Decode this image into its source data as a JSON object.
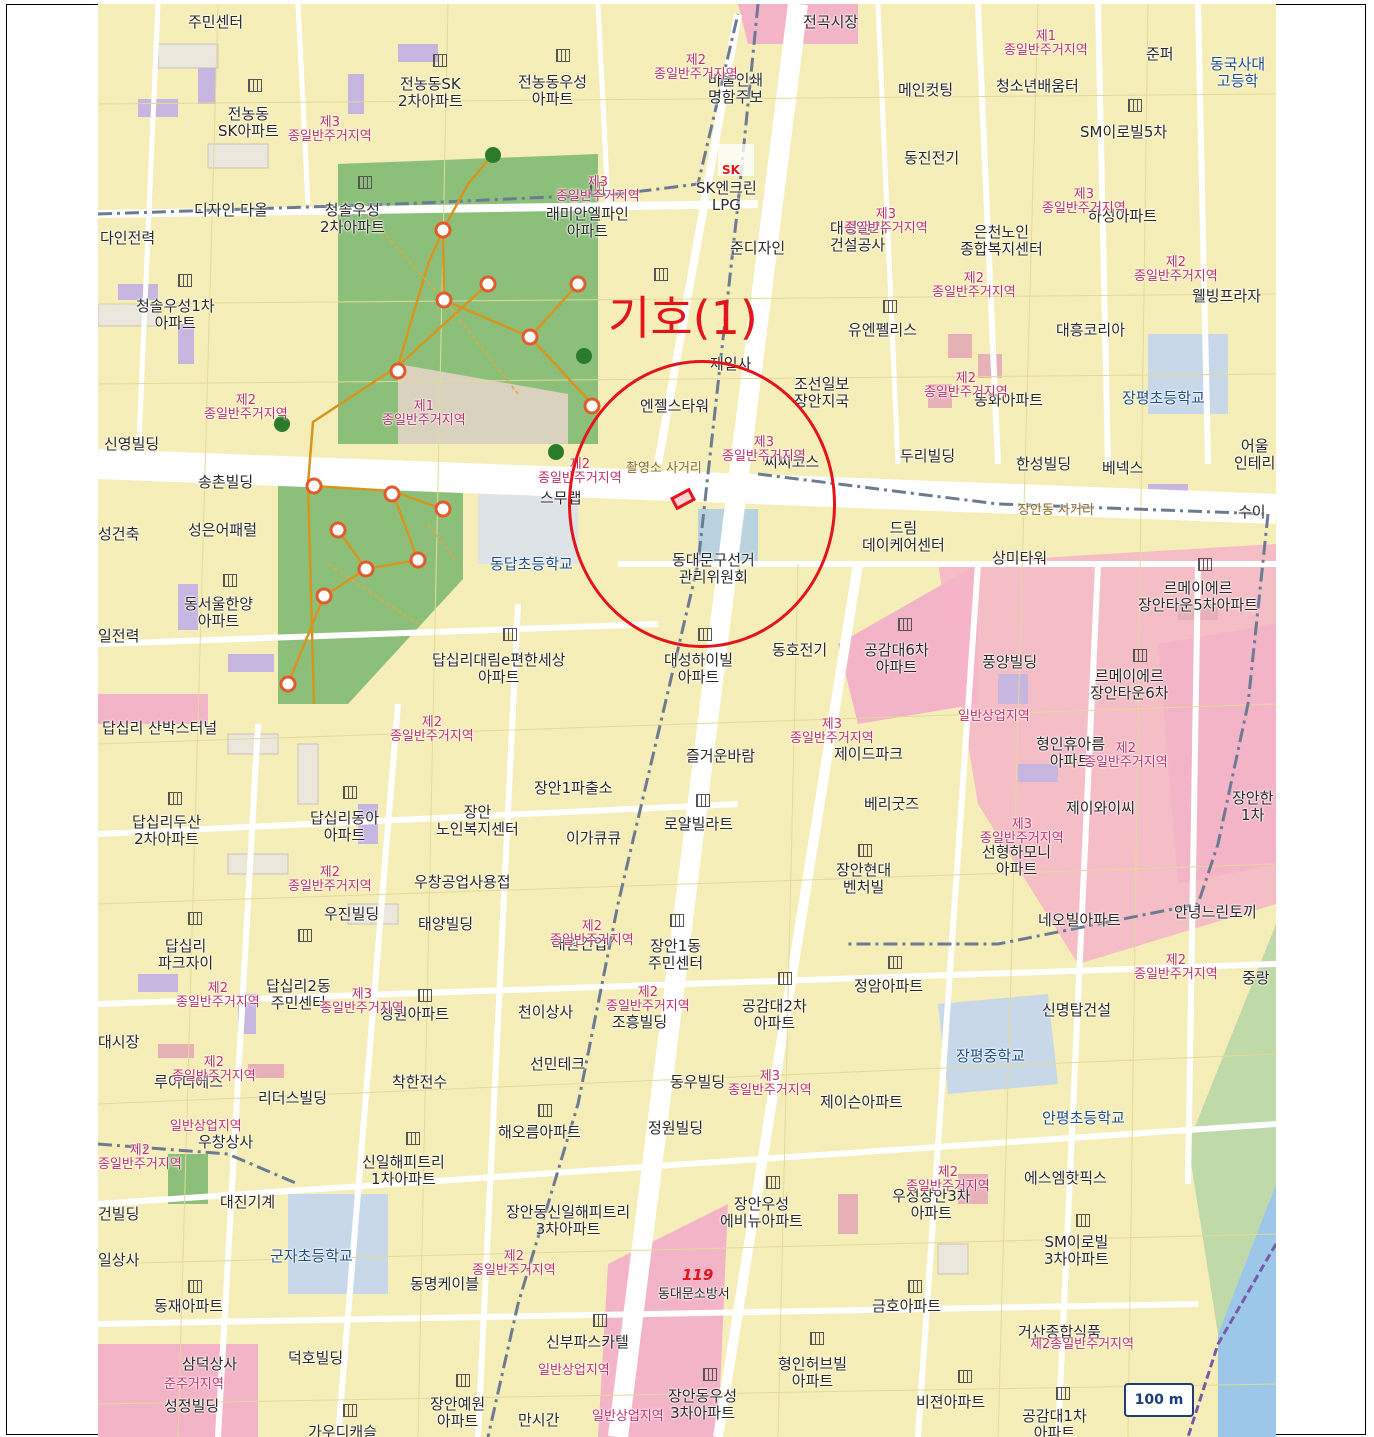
{
  "annotation": {
    "label": "기호(1)"
  },
  "scale_bar": {
    "label": "100 m"
  },
  "colors": {
    "residential_yellow": "#f6eeb8",
    "park_green": "#8cc07a",
    "commercial_pink": "#f4b4c8",
    "road_white": "#ffffff",
    "annotation_red": "#e4141b",
    "zone_label_magenta": "#c0306a"
  },
  "labels": {
    "l1": "주민센터",
    "l2": "전곡시장",
    "l3": "전농동SK\n2차아파트",
    "l4": "전농동우성\n아파트",
    "l5": "바울인쇄\n명함주보",
    "l6": "메인컷팅",
    "l7": "청소년배움터",
    "l8": "준퍼",
    "l9": "동국사대\n고등학",
    "l10": "전농동\nSK아파트",
    "l11": "SM이로빌5차",
    "l12": "동진전기",
    "l13": "SK엔크린\nLPG",
    "l14": "디자인 다올",
    "l15": "청솔우성\n2차아파트",
    "l16": "래미안엘파인\n아파트",
    "l17": "다인전력",
    "l18": "준디자인",
    "l19": "대성전기\n건설공사",
    "l20": "은천노인\n종합복지센터",
    "l21": "하성아파트",
    "l22": "청솔우성1차\n아파트",
    "l23": "웰빙프라자",
    "l24": "유엔펠리스",
    "l25": "대흥코리아",
    "l26": "제일사",
    "l27": "조선일보\n장안지국",
    "l28": "엔젤스타워",
    "l29": "동화아파트",
    "l30": "장평초등학교",
    "l31": "신영빌딩",
    "l32": "두리빌딩",
    "l33": "한성빌딩",
    "l34": "베넥스",
    "l35": "어울\n인테리",
    "l36": "송촌빌딩",
    "l37": "촬영소 사거리",
    "l38": "씨씨코스",
    "l39": "장안동 사거리",
    "l40": "수이",
    "l41": "성건축",
    "l42": "성은어패럴",
    "l43": "스무랩",
    "l44": "드림\n데이케어센터",
    "l45": "상미타워",
    "l46": "동답초등학교",
    "l47": "동대문구선거\n관리위원회",
    "l48": "르메이에르\n장안타운5차아파트",
    "l49": "동서울한양\n아파트",
    "l50": "일전력",
    "l51": "답십리대림e편한세상\n아파트",
    "l52": "대성하이빌\n아파트",
    "l53": "동호전기",
    "l54": "공감대6차\n아파트",
    "l55": "풍양빌딩",
    "l56": "르메이에르\n장안타운6차",
    "l57": "답십리 산박스터널",
    "l58": "즐거운바람",
    "l59": "제이드파크",
    "l60": "형인휴아름\n아파트",
    "l61": "장안1파출소",
    "l62": "장안\n노인복지센터",
    "l63": "로얄빌라트",
    "l64": "베리굿즈",
    "l65": "제이와이씨",
    "l66": "장안한\n1차",
    "l67": "답십리두산\n2차아파트",
    "l68": "답십리동아\n아파트",
    "l69": "이가큐큐",
    "l70": "장안현대\n벤처빌",
    "l71": "선형하모니\n아파트",
    "l72": "우창공업사용접",
    "l73": "우진빌딩",
    "l74": "태양빌딩",
    "l75": "대원건업",
    "l76": "장안1동\n주민센터",
    "l77": "네오빌아파트",
    "l78": "안녕느린토끼",
    "l79": "답십리\n파크자이",
    "l80": "답십리2동\n주민센터",
    "l81": "청원아파트",
    "l82": "정암아파트",
    "l83": "중랑",
    "l84": "천이상사",
    "l85": "조흥빌딩",
    "l86": "공감대2차\n아파트",
    "l87": "신명탑건설",
    "l88": "대시장",
    "l89": "장평중학교",
    "l90": "선민테크",
    "l91": "루이디에스",
    "l92": "리더스빌딩",
    "l93": "착한전수",
    "l94": "동우빌딩",
    "l95": "제이슨아파트",
    "l96": "안평초등학교",
    "l97": "우창상사",
    "l98": "해오름아파트",
    "l99": "정원빌딩",
    "l100": "신일해피트리\n1차아파트",
    "l101": "우성장안3차\n아파트",
    "l102": "에스엠핫픽스",
    "l103": "건빌딩",
    "l104": "대진기계",
    "l105": "장안동신일해피트리\n3차아파트",
    "l106": "장안우성\n에비뉴아파트",
    "l107": "SM이로빌\n3차아파트",
    "l108": "군자초등학교",
    "l109": "일상사",
    "l110": "동명케이블",
    "l111": "동대문소방서",
    "l112": "동재아파트",
    "l113": "금호아파트",
    "l114": "신부파스카텔",
    "l115": "거산종합식품",
    "l116": "삼덕상사",
    "l117": "덕호빌딩",
    "l118": "형인허브빌\n아파트",
    "l119": "성정빌딩",
    "l120": "장안예원\n아파트",
    "l121": "만시간",
    "l122": "장안동우성\n3차아파트",
    "l123": "비젼아파트",
    "l124": "공감대1차\n아파트",
    "l125": "가우디캐슬"
  },
  "zones": {
    "z1": "제2\n종일반주거지역",
    "z2": "제3\n종일반주거지역",
    "z3": "제1\n종일반주거지역",
    "z4": "일반상업지역",
    "z5": "준주거지역",
    "z6": "제2종일반주거지역"
  }
}
